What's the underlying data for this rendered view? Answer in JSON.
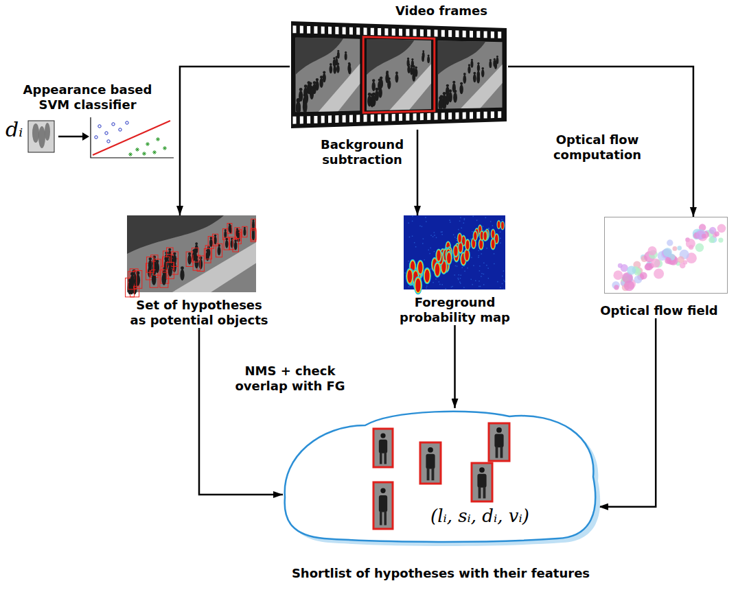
{
  "diagram": {
    "nodes": [
      {
        "text": [
          "Video frames"
        ]
      },
      {
        "text": [
          "Set of hypotheses as potential objects"
        ]
      },
      {
        "text": [
          "Foreground probability map"
        ]
      },
      {
        "text": [
          "Optical flow field"
        ]
      },
      {
        "text": [
          "(lᵢ, sᵢ, dᵢ, vᵢ)",
          "Shortlist of hypotheses with their features"
        ]
      }
    ],
    "edges": [
      {
        "from": 0,
        "to": 1,
        "arrow": "to",
        "label": "Appearance based SVM classifier"
      },
      {
        "from": 0,
        "to": 2,
        "arrow": "to",
        "label": "Background subtraction"
      },
      {
        "from": 0,
        "to": 3,
        "arrow": "to",
        "label": "Optical flow computation"
      },
      {
        "from": 1,
        "to": 4,
        "arrow": "to",
        "label": "NMS + check overlap with FG"
      },
      {
        "from": 2,
        "to": 4,
        "arrow": "to"
      },
      {
        "from": 3,
        "to": 4,
        "arrow": "to"
      }
    ],
    "labels": [
      "dᵢ"
    ]
  }
}
